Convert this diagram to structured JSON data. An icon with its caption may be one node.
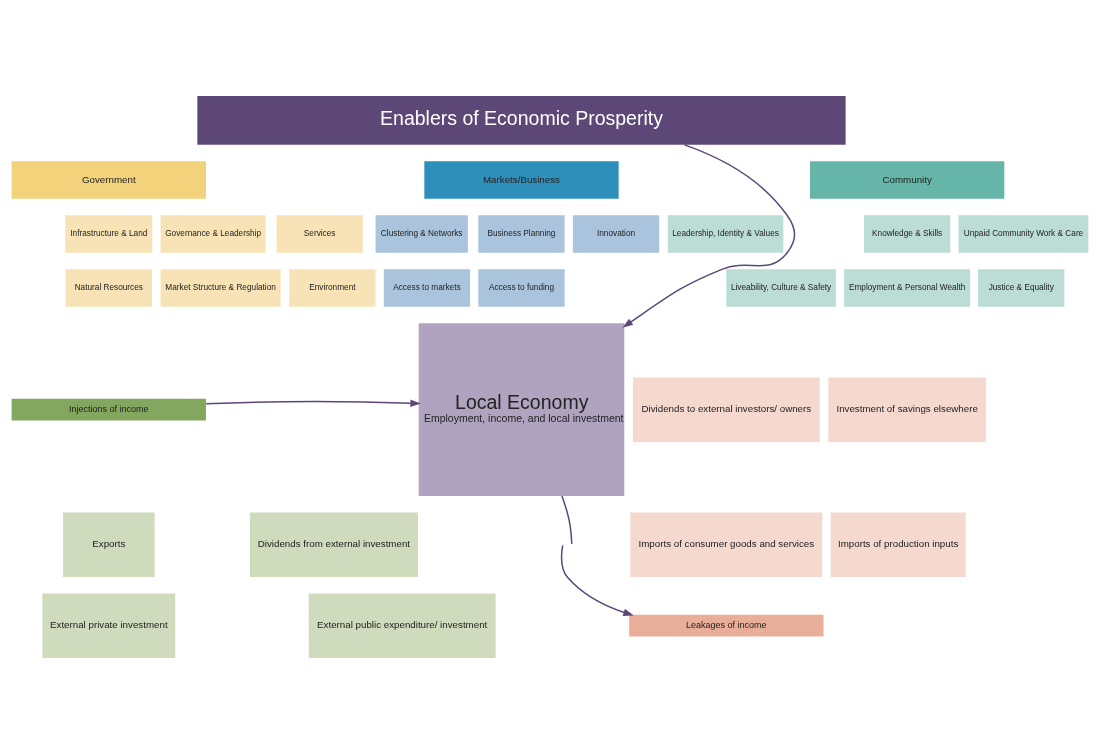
{
  "diagram": {
    "nodes": [
      {
        "text": [
          "Enablers of Economic Prosperity"
        ]
      },
      {
        "text": [
          "Government"
        ]
      },
      {
        "text": [
          "Markets/Business"
        ]
      },
      {
        "text": [
          "Community"
        ]
      },
      {
        "text": [
          "Governance & Leadership"
        ]
      },
      {
        "text": [
          "Infrastructure & Land"
        ]
      },
      {
        "text": [
          "Services"
        ]
      },
      {
        "text": [
          "Market Structure & Regulation"
        ]
      },
      {
        "text": [
          "Natural Resources"
        ]
      },
      {
        "text": [
          "Environment"
        ]
      },
      {
        "text": [
          "Clustering & Networks"
        ]
      },
      {
        "text": [
          "Business Planning"
        ]
      },
      {
        "text": [
          "Innovation"
        ]
      },
      {
        "text": [
          "Access to markets"
        ]
      },
      {
        "text": [
          "Access to funding"
        ]
      },
      {
        "text": [
          "Leadership, Identity & Values"
        ]
      },
      {
        "text": [
          "Knowledge & Skills"
        ]
      },
      {
        "text": [
          "Unpaid Community Work & Care"
        ]
      },
      {
        "text": [
          "Liveability, Culture & Safety"
        ]
      },
      {
        "text": [
          "Employment & Personal Wealth"
        ]
      },
      {
        "text": [
          "Justice & Equality"
        ]
      },
      {
        "text": [
          "Injections of income"
        ]
      },
      {
        "text": [
          "Exports"
        ]
      },
      {
        "text": [
          "Dividends from external investment"
        ]
      },
      {
        "text": [
          "External private investment"
        ]
      },
      {
        "text": [
          "External public expenditure/ investment"
        ]
      },
      {
        "text": [
          "Local Economy",
          "Employment, income, and local investment"
        ]
      },
      {
        "text": [
          "Dividends to external investors/ owners"
        ]
      },
      {
        "text": [
          "Investment of savings elsewhere"
        ]
      },
      {
        "text": [
          "Imports of consumer goods and services"
        ]
      },
      {
        "text": [
          "Imports of production inputs"
        ]
      },
      {
        "text": [
          "Leakages of income"
        ]
      }
    ],
    "edges": [
      {
        "from": 0,
        "to": 26,
        "arrow": "to"
      },
      {
        "from": 21,
        "to": 26,
        "arrow": "to"
      },
      {
        "from": 26,
        "to": null,
        "arrow": "none"
      },
      {
        "from": null,
        "to": 31,
        "arrow": "to"
      }
    ]
  }
}
